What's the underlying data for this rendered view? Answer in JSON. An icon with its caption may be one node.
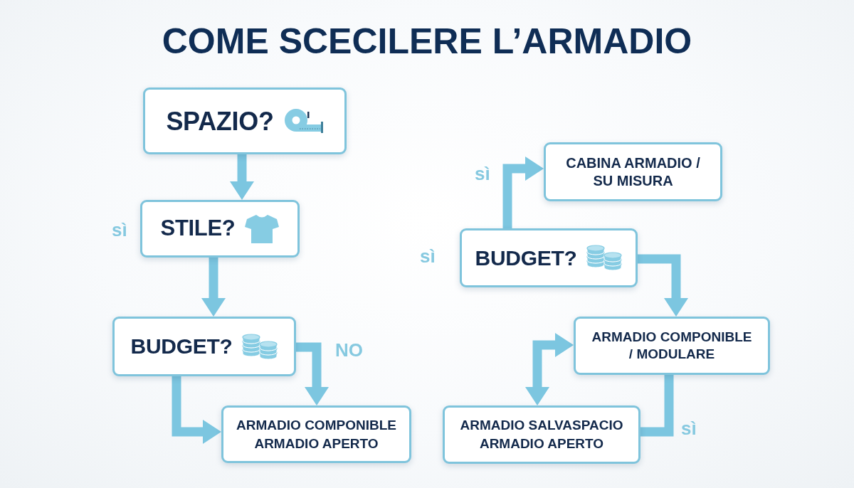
{
  "diagram": {
    "title": "COME SCECILERE L’ARMADIO",
    "nodes": [
      {
        "text": [
          "SPAZIO?"
        ]
      },
      {
        "text": [
          "STILE?"
        ]
      },
      {
        "text": [
          "BUDGET?"
        ]
      },
      {
        "text": [
          "ARMADIO COMPONIBLE",
          "ARMADIO APERTO"
        ]
      },
      {
        "text": [
          "CABINA ARMADIO / SU MISURA"
        ]
      },
      {
        "text": [
          "BUDGET?"
        ]
      },
      {
        "text": [
          "ARMADIO COMPONIBLE / MODULARE"
        ]
      },
      {
        "text": [
          "ARMADIO SALVASPACIO",
          "ARMADIO APERTO"
        ]
      }
    ],
    "edges": [
      {
        "from": 0,
        "to": 1,
        "arrow": "to"
      },
      {
        "from": 1,
        "to": 2,
        "arrow": "to"
      },
      {
        "from": 2,
        "to": 3,
        "arrow": "to"
      },
      {
        "from": 2,
        "to": 3,
        "arrow": "to",
        "label": "NO"
      },
      {
        "from": 5,
        "to": 4,
        "arrow": "to",
        "label": "sì"
      },
      {
        "from": 5,
        "to": 6,
        "arrow": "to"
      },
      {
        "from": 6,
        "to": 7,
        "arrow": "both"
      },
      {
        "from": 6,
        "to": 7,
        "arrow": "none",
        "label": "sì"
      }
    ],
    "labels": [
      "sì",
      "sì"
    ]
  }
}
